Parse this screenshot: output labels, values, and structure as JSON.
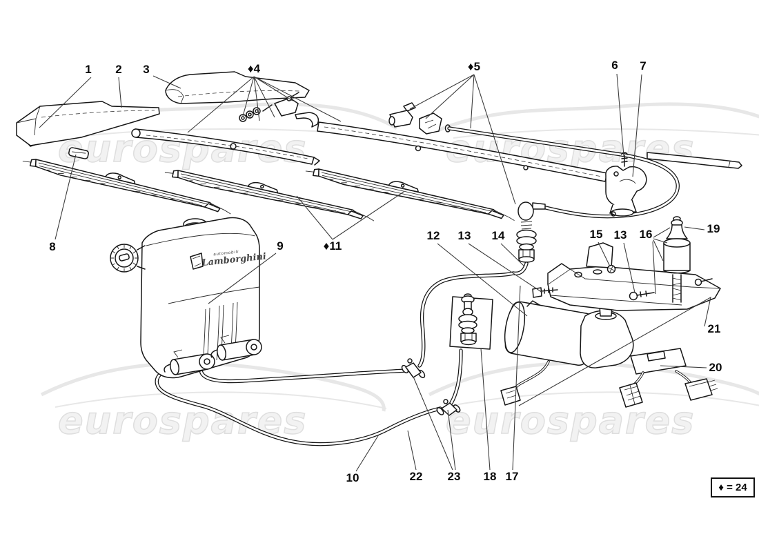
{
  "watermark": {
    "text": "eurospares"
  },
  "legend": {
    "text": "♦ = 24"
  },
  "logo": {
    "line1": "automobili",
    "line2": "Lamborghini"
  },
  "callouts": {
    "c1": "1",
    "c2": "2",
    "c3": "3",
    "c4": "♦4",
    "c5": "♦5",
    "c6": "6",
    "c7": "7",
    "c8": "8",
    "c9": "9",
    "c10": "10",
    "c11": "♦11",
    "c12": "12",
    "c13a": "13",
    "c13b": "13",
    "c14": "14",
    "c15": "15",
    "c16": "16",
    "c17": "17",
    "c18": "18",
    "c19": "19",
    "c20": "20",
    "c21": "21",
    "c22": "22",
    "c23": "23"
  }
}
